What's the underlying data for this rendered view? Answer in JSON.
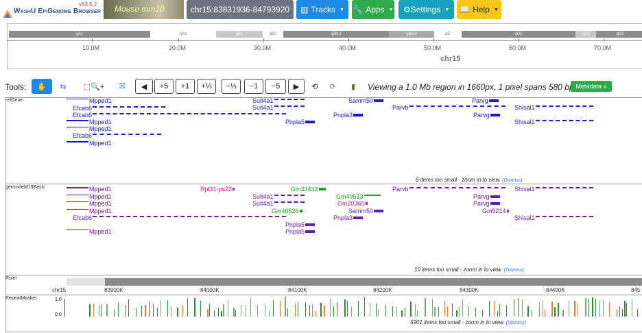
{
  "navbar": {
    "version": "v53.5.2",
    "brand": "WashU EpiGenome Browser",
    "genome": "Mouse mm10",
    "locus": "chr15:83831936-84793920",
    "tracks_label": "Tracks",
    "apps_label": "Apps",
    "settings_label": "⚙Settings",
    "help_label": "Help",
    "colors": {
      "tracks": "#1e88e5",
      "apps": "#2eaa4d",
      "settings": "#18a0bf",
      "help": "#f5c518",
      "locus": "#6c757d"
    }
  },
  "chromosome": {
    "name": "chr15",
    "bands": [
      "qA1",
      "qA2",
      "qB1",
      "qB2",
      "qB3.1",
      "qB3.3",
      "qC",
      "qD1",
      "qD2",
      "qD3"
    ],
    "axis_labels": [
      "10.0M",
      "20.0M",
      "30.0M",
      "40.0M",
      "50.0M",
      "60.0M",
      "70.0M"
    ]
  },
  "tools": {
    "label": "Tools:",
    "buttons": [
      "✋",
      "⇆",
      "⬚🔍+",
      "⛝",
      "◀",
      "+5",
      "+1",
      "+⅓",
      "−⅓",
      "−1",
      "−5",
      "▶",
      "⟲",
      "⟳",
      "▮"
    ],
    "view_info": "Viewing a 1.0 Mb region in 1660px, 1 pixel spans 580 bp",
    "metadata_label": "Metadata »"
  },
  "tracks": {
    "refgene": {
      "label": "refGene",
      "genes": [
        "Mpped1",
        "Efcab6",
        "Efcab6",
        "Mpped1",
        "Mpped1",
        "Efcab6",
        "Mpped1",
        "Sult4a1",
        "Sult4a1",
        "Pnpla5",
        "Samm50",
        "Pnpla3",
        "Parvb",
        "Parvg",
        "Parvg",
        "Shisal1",
        "Shisal1"
      ],
      "note": "6 items too small - zoom in to view.",
      "dismiss": "(Dismiss)"
    },
    "gencode": {
      "label": "gencodeM19Basic",
      "genes": [
        "Mpped1",
        "Mpped1",
        "Mpped1",
        "Mpped1",
        "Efcab6",
        "Mpped1",
        "Rpl31-ps22",
        "Gm33432",
        "Sult4a1",
        "Sult4a1",
        "Gm46526",
        "Pnpla5",
        "Pnpla5",
        "Gm49513",
        "Gm20369",
        "Samm50",
        "Pnpla3",
        "Parvb",
        "Parvg",
        "Parvg",
        "Gm5214",
        "Shisal1",
        "Shisal1"
      ],
      "note": "10 items too small - zoom in to view.",
      "dismiss": "(Dismiss)"
    },
    "ruler": {
      "label": "Ruler",
      "chrom": "chr15",
      "labels": [
        "83900K",
        "84000K",
        "84100K",
        "84200K",
        "84300K",
        "84400K",
        "845"
      ]
    },
    "repeatmasker": {
      "label": "RepeatMasker",
      "ymax": "1.0",
      "ymin": "0.0",
      "note": "5901 items too small - zoom in to view.",
      "dismiss": "(Dismiss)"
    }
  }
}
